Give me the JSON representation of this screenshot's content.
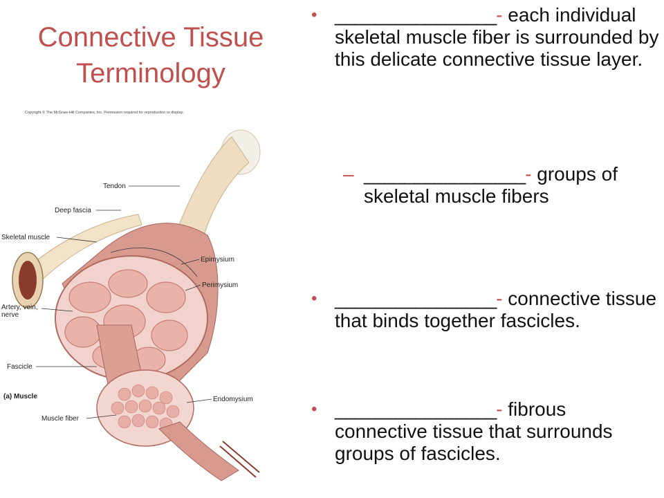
{
  "title_line1": "Connective Tissue",
  "title_line2": "Terminology",
  "figure": {
    "copyright": "Copyright © The McGraw-Hill Companies, Inc. Permission required for reproduction or display.",
    "labels": {
      "tendon": "Tendon",
      "deep_fascia": "Deep fascia",
      "skeletal_muscle": "Skeletal muscle",
      "epimysium": "Epimysium",
      "perimysium": "Perimysium",
      "artery_line1": "Artery, vein,",
      "artery_line2": "nerve",
      "fascicle": "Fascicle",
      "panel": "(a) Muscle",
      "endomysium": "Endomysium",
      "muscle_fiber": "Muscle fiber"
    }
  },
  "bullets": [
    {
      "blank": "________________",
      "dash": "-",
      "text": " each individual skeletal muscle fiber is surrounded by this delicate connective tissue layer."
    },
    {
      "blank": "________________",
      "dash": "-",
      "text": " groups of skeletal muscle fibers"
    },
    {
      "blank": "________________",
      "dash": "-",
      "text": " connective tissue that binds together fascicles."
    },
    {
      "blank": "________________",
      "dash": "-",
      "text": " fibrous connective tissue that surrounds groups of fascicles."
    }
  ],
  "bullet_marks": {
    "main": "•",
    "sub": "–"
  },
  "colors": {
    "title": "#c0504d",
    "bullet": "#c0504d",
    "muscle": "#d89a8e",
    "tendon": "#f0dcc0"
  }
}
